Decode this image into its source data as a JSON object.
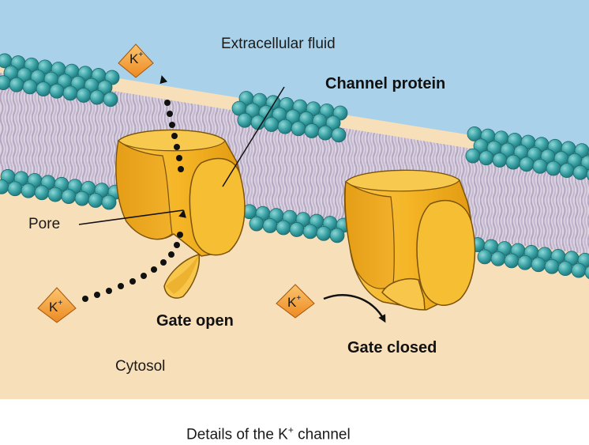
{
  "regions": {
    "extracellular": "Extracellular fluid",
    "cytosol": "Cytosol"
  },
  "labels": {
    "channel_protein": "Channel protein",
    "pore": "Pore",
    "gate_open": "Gate open",
    "gate_closed": "Gate closed"
  },
  "ion": {
    "symbol": "K",
    "charge": "+"
  },
  "caption": {
    "text": "Details of the K",
    "charge": "+",
    "suffix": " channel"
  },
  "colors": {
    "extracellular_fluid": "#a9d2ea",
    "cytosol": "#f7dfba",
    "lipid_head": "#3aa3a6",
    "lipid_tail": "#c9bfd3",
    "channel_protein": "#f5b526",
    "ion": "#f08f2a"
  }
}
